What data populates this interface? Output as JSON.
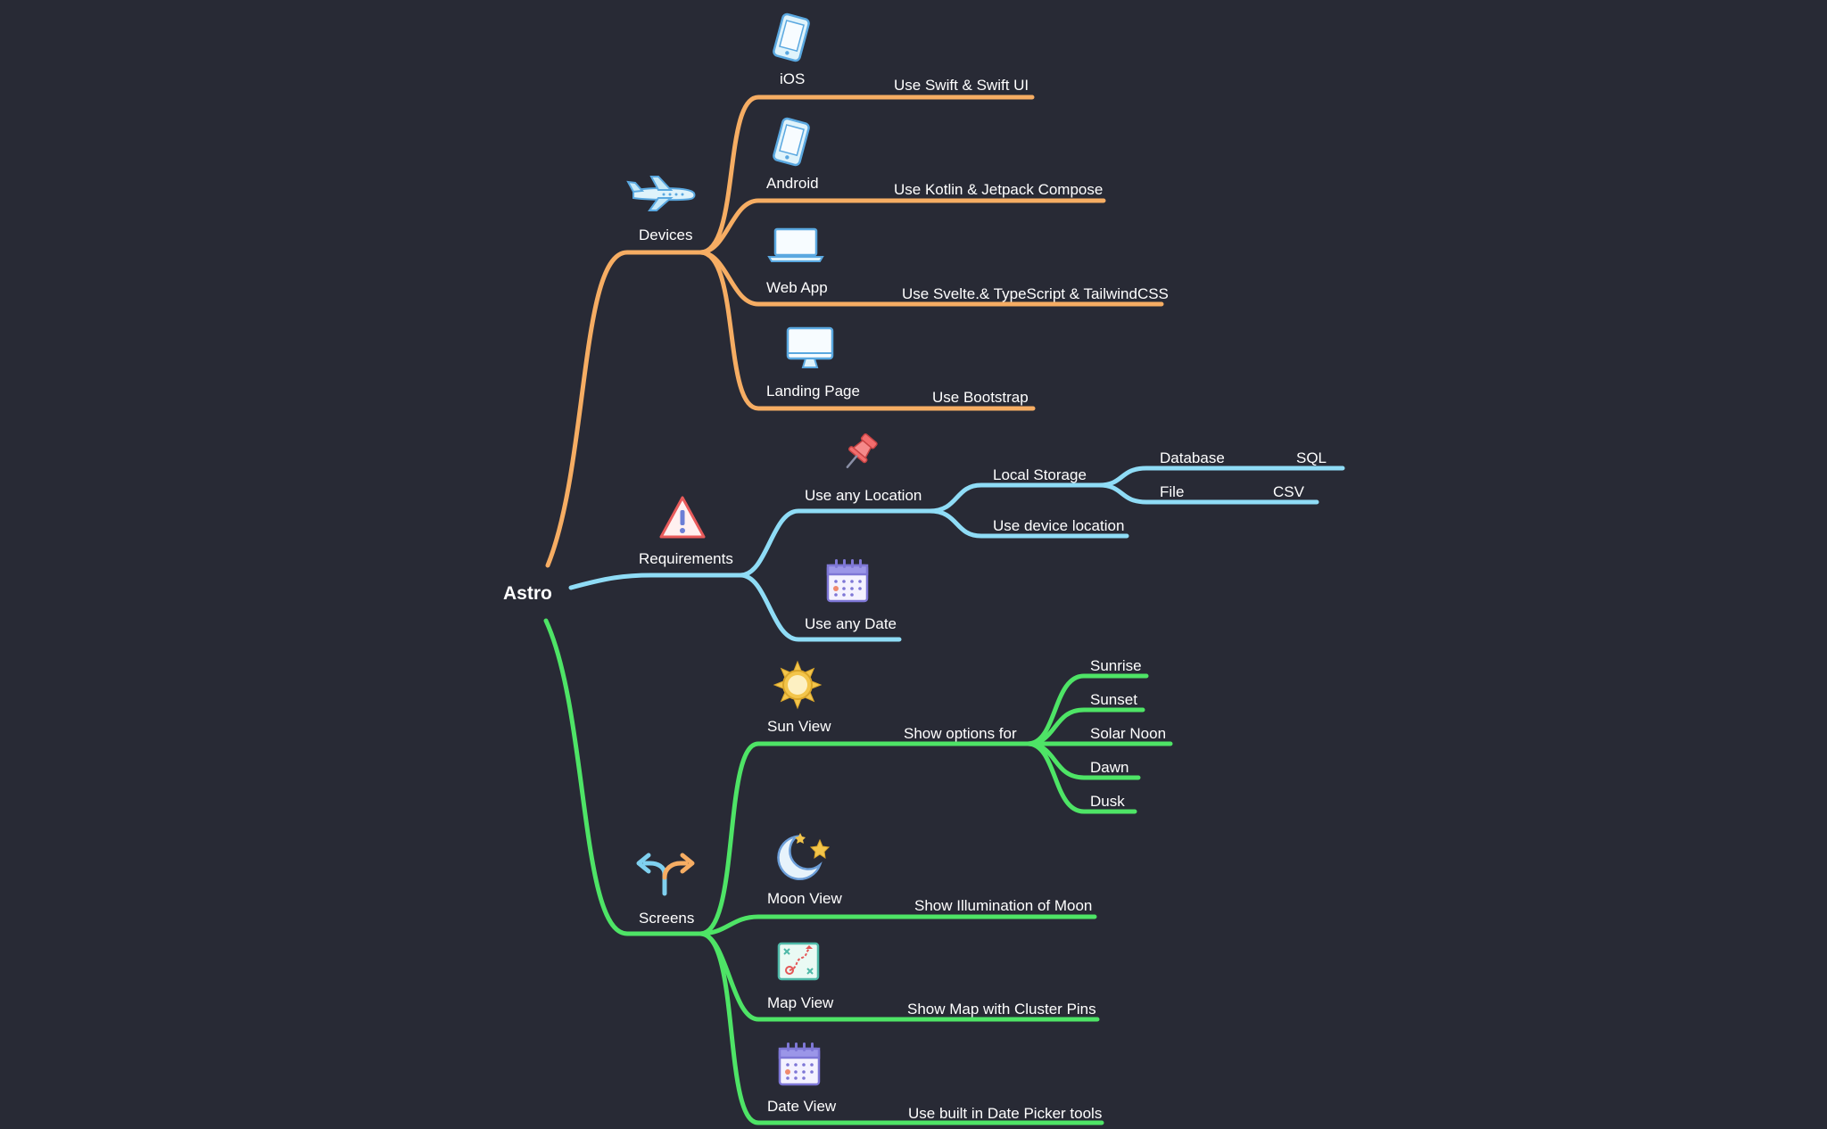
{
  "root": "Astro",
  "colors": {
    "background": "#282a35",
    "devices": "#f6ad63",
    "requirements": "#8fdcf6",
    "screens": "#4ee466",
    "text": "#ffffff"
  },
  "devices": {
    "label": "Devices",
    "icon": "airplane-icon",
    "items": [
      {
        "label": "iOS",
        "icon": "smartphone-icon",
        "note": "Use Swift & Swift UI"
      },
      {
        "label": "Android",
        "icon": "smartphone-icon",
        "note": "Use Kotlin & Jetpack Compose"
      },
      {
        "label": "Web App",
        "icon": "laptop-icon",
        "note": "Use Svelte.& TypeScript & TailwindCSS"
      },
      {
        "label": "Landing Page",
        "icon": "desktop-icon",
        "note": "Use Bootstrap"
      }
    ]
  },
  "requirements": {
    "label": "Requirements",
    "icon": "warning-icon",
    "location": {
      "label": "Use any Location",
      "icon": "pushpin-icon",
      "local_storage": {
        "label": "Local Storage",
        "options": [
          {
            "label": "Database",
            "detail": "SQL"
          },
          {
            "label": "File",
            "detail": "CSV"
          }
        ]
      },
      "device_location": "Use device location"
    },
    "date": {
      "label": "Use any Date",
      "icon": "calendar-icon"
    }
  },
  "screens": {
    "label": "Screens",
    "icon": "split-arrows-icon",
    "sun": {
      "label": "Sun View",
      "icon": "sun-icon",
      "options_label": "Show options for",
      "options": [
        "Sunrise",
        "Sunset",
        "Solar Noon",
        "Dawn",
        "Dusk"
      ]
    },
    "moon": {
      "label": "Moon View",
      "icon": "moon-stars-icon",
      "note": "Show Illumination of Moon"
    },
    "map": {
      "label": "Map View",
      "icon": "map-route-icon",
      "note": "Show Map with Cluster Pins"
    },
    "date": {
      "label": "Date View",
      "icon": "calendar-icon",
      "note": "Use built in Date Picker tools"
    }
  }
}
